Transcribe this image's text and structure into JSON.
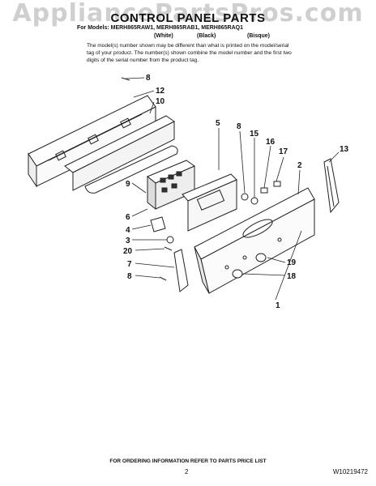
{
  "watermark": "AppliancePartsPros.com",
  "title": "CONTROL PANEL PARTS",
  "models_line": "For Models: MERH865RAW1, MERH865RAB1, MERH865RAQ1",
  "colors": [
    "(White)",
    "(Black)",
    "(Bisque)"
  ],
  "note": "The model(s) number shown may be different than what is printed on the model/serial tag of your product. The number(s) shown combine the model number and the first two digits of the serial number from the product tag.",
  "callouts": [
    {
      "label": "8"
    },
    {
      "label": "12"
    },
    {
      "label": "10"
    },
    {
      "label": "5"
    },
    {
      "label": "8"
    },
    {
      "label": "15"
    },
    {
      "label": "16"
    },
    {
      "label": "17"
    },
    {
      "label": "13"
    },
    {
      "label": "2"
    },
    {
      "label": "9"
    },
    {
      "label": "6"
    },
    {
      "label": "4"
    },
    {
      "label": "3"
    },
    {
      "label": "20"
    },
    {
      "label": "7"
    },
    {
      "label": "8"
    },
    {
      "label": "1"
    },
    {
      "label": "19"
    },
    {
      "label": "18"
    }
  ],
  "footer": "FOR ORDERING INFORMATION REFER TO PARTS PRICE LIST",
  "page_number": "2",
  "doc_number": "W10219472"
}
